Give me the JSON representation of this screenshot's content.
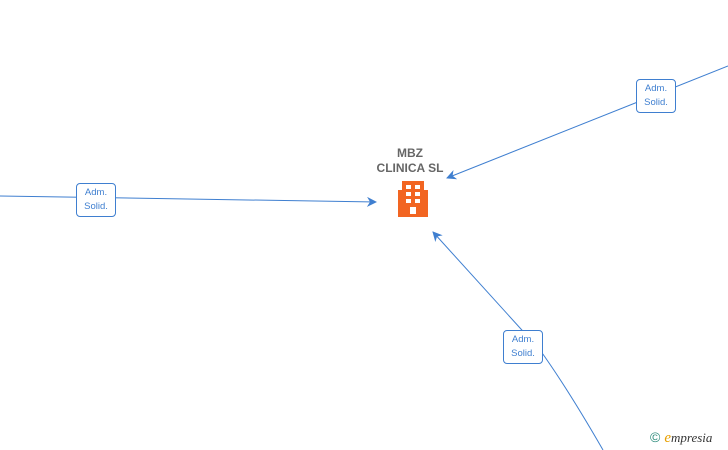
{
  "company": {
    "name_line1": "MBZ",
    "name_line2": "CLINICA  SL",
    "icon": "building-icon",
    "icon_color": "#f26522"
  },
  "edges": [
    {
      "id": "left",
      "label_line1": "Adm.",
      "label_line2": "Solid."
    },
    {
      "id": "top-right",
      "label_line1": "Adm.",
      "label_line2": "Solid."
    },
    {
      "id": "bottom",
      "label_line1": "Adm.",
      "label_line2": "Solid."
    }
  ],
  "colors": {
    "edge": "#3f7fd0",
    "label_text": "#3f7fd0",
    "company_text": "#666666"
  },
  "brand": {
    "copyright": "©",
    "first_letter": "e",
    "rest": "mpresia"
  }
}
